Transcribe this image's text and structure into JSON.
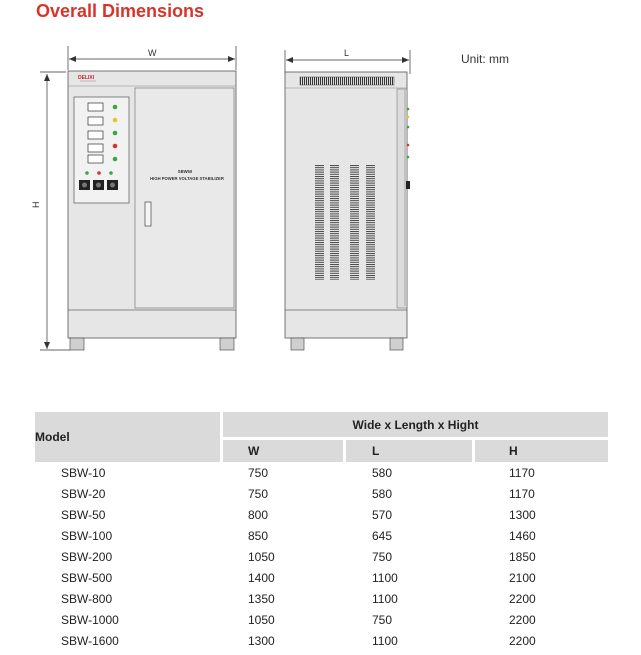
{
  "heading": "Overall Dimensions",
  "unit_note": "Unit: mm",
  "front_view": {
    "width_label": "W",
    "height_label": "H",
    "brand": "DELIXI",
    "model_text": "SBW50",
    "subtitle_text": "HIGH POWER VOLTAGE STABILIZER"
  },
  "side_view": {
    "length_label": "L"
  },
  "colors": {
    "heading": "#d9342b",
    "table_header_bg": "#dadada",
    "cabinet": "#e6e6e6",
    "led_green": "#3aa640",
    "led_yellow": "#e1c62b",
    "led_red": "#d6332b"
  },
  "table": {
    "model_header": "Model",
    "group_header": "Wide x Length x Hight",
    "sub_headers": [
      "W",
      "L",
      "H"
    ],
    "rows": [
      [
        "SBW-10",
        "750",
        "580",
        "1170"
      ],
      [
        "SBW-20",
        "750",
        "580",
        "1170"
      ],
      [
        "SBW-50",
        "800",
        "570",
        "1300"
      ],
      [
        "SBW-100",
        "850",
        "645",
        "1460"
      ],
      [
        "SBW-200",
        "1050",
        "750",
        "1850"
      ],
      [
        "SBW-500",
        "1400",
        "1100",
        "2100"
      ],
      [
        "SBW-800",
        "1350",
        "1100",
        "2200"
      ],
      [
        "SBW-1000",
        "1050",
        "750",
        "2200"
      ],
      [
        "SBW-1600",
        "1300",
        "1100",
        "2200"
      ]
    ]
  }
}
